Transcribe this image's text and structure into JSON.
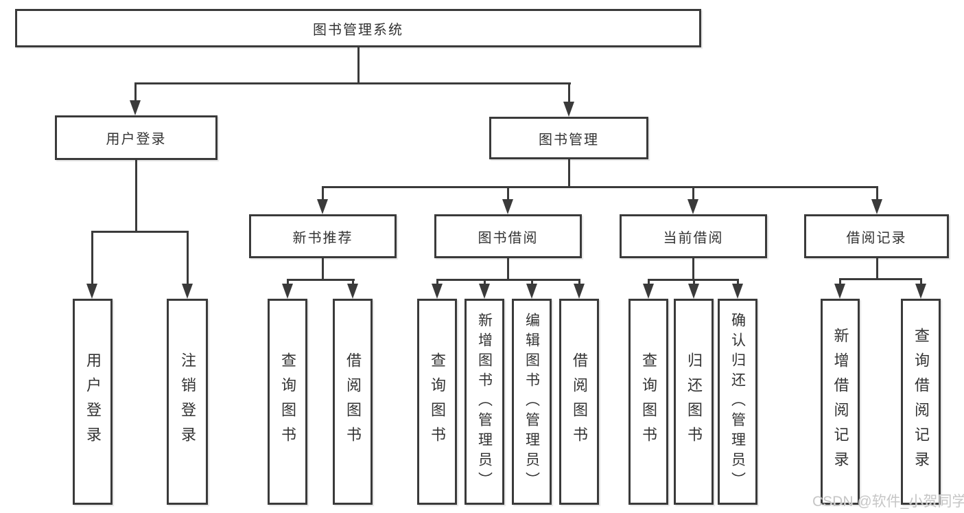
{
  "tree": {
    "root": "图书管理系统",
    "branches": [
      {
        "label": "用户登录",
        "children": [
          "用户登录",
          "注销登录"
        ]
      },
      {
        "label": "图书管理",
        "sections": [
          {
            "label": "新书推荐",
            "children": [
              "查询图书",
              "借阅图书"
            ]
          },
          {
            "label": "图书借阅",
            "children": [
              "查询图书",
              "新增图书（管理员）",
              "编辑图书（管理员）",
              "借阅图书"
            ]
          },
          {
            "label": "当前借阅",
            "children": [
              "查询图书",
              "归还图书",
              "确认归还（管理员）"
            ]
          },
          {
            "label": "借阅记录",
            "children": [
              "新增借阅记录",
              "查询借阅记录"
            ]
          }
        ]
      }
    ]
  },
  "watermark": {
    "text": "CSDN @软件_小贺同学"
  },
  "colors": {
    "line": "#3a3a3a",
    "text": "#333333",
    "watermark": "#c6c6c6",
    "background": "#ffffff"
  }
}
